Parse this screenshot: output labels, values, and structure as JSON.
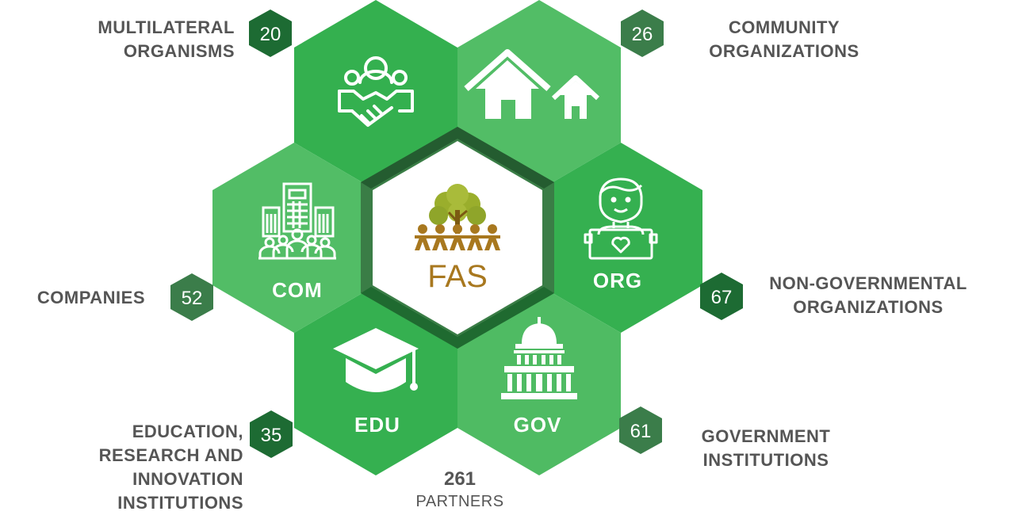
{
  "center": {
    "text": "FAS"
  },
  "total": {
    "number": "261",
    "label": "PARTNERS"
  },
  "categories": [
    {
      "key": "multilateral",
      "count": "20",
      "lines": [
        "MULTILATERAL",
        "ORGANISMS"
      ],
      "icon": "handshake-people-icon"
    },
    {
      "key": "community",
      "count": "26",
      "lines": [
        "COMMUNITY",
        "ORGANIZATIONS"
      ],
      "icon": "houses-icon"
    },
    {
      "key": "ngo",
      "count": "67",
      "code": "ORG",
      "lines": [
        "NON-GOVERNMENTAL",
        "ORGANIZATIONS"
      ],
      "icon": "volunteer-heart-sign-icon"
    },
    {
      "key": "government",
      "count": "61",
      "code": "GOV",
      "lines": [
        "GOVERNMENT",
        "INSTITUTIONS"
      ],
      "icon": "capitol-building-icon"
    },
    {
      "key": "education",
      "count": "35",
      "code": "EDU",
      "lines": [
        "EDUCATION,",
        "RESEARCH AND",
        "INNOVATION",
        "INSTITUTIONS"
      ],
      "icon": "graduation-cap-icon"
    },
    {
      "key": "companies",
      "count": "52",
      "code": "COM",
      "lines": [
        "COMPANIES"
      ],
      "icon": "office-building-people-icon"
    }
  ],
  "colors": {
    "hex_green": "#30b04f",
    "hex_green_light": "#4cbb63",
    "badge_dark": "#1d6b33",
    "badge_mid": "#3b7d4a",
    "center_border": "#3a7d46",
    "text_gray": "#555555",
    "fas_brown": "#a8781f",
    "tree_olive": "#9aae2c"
  }
}
